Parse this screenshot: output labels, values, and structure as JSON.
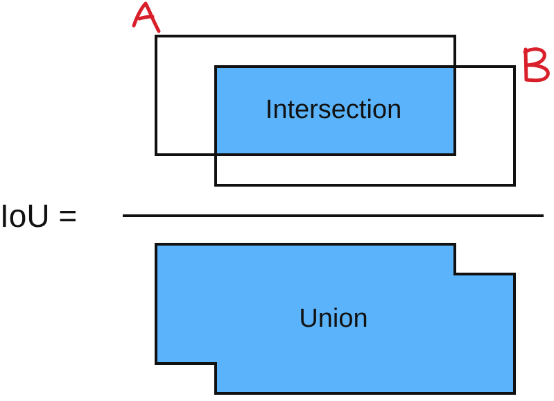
{
  "diagram": {
    "box_a_label": "A",
    "box_b_label": "B",
    "intersection_label": "Intersection",
    "union_label": "Union",
    "formula_label": "IoU ="
  },
  "colors": {
    "fill": "#5bb4fb",
    "stroke": "#111111",
    "handwriting": "#d81f2a",
    "background": "#ffffff"
  }
}
